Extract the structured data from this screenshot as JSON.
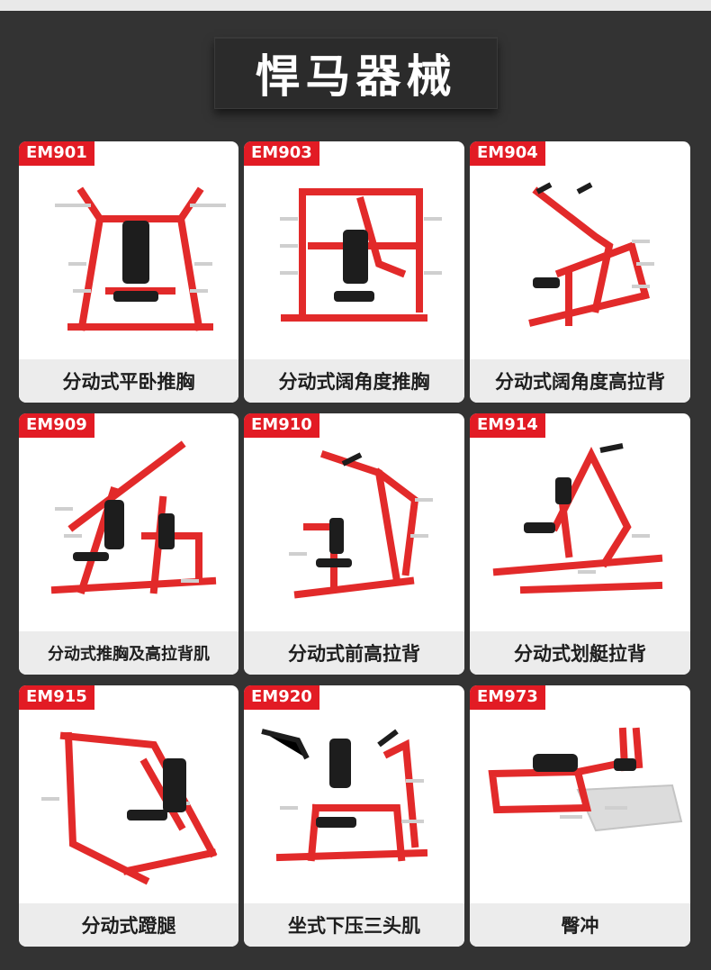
{
  "brand": {
    "title": "悍马器械"
  },
  "colors": {
    "accent": "#e21b24",
    "frame": "#e22a2a",
    "pad": "#1d1d1d",
    "background": "#333333"
  },
  "products": [
    {
      "code": "EM901",
      "name": "分动式平卧推胸"
    },
    {
      "code": "EM903",
      "name": "分动式阔角度推胸"
    },
    {
      "code": "EM904",
      "name": "分动式阔角度高拉背"
    },
    {
      "code": "EM909",
      "name": "分动式推胸及高拉背肌"
    },
    {
      "code": "EM910",
      "name": "分动式前高拉背"
    },
    {
      "code": "EM914",
      "name": "分动式划艇拉背"
    },
    {
      "code": "EM915",
      "name": "分动式蹬腿"
    },
    {
      "code": "EM920",
      "name": "坐式下压三头肌"
    },
    {
      "code": "EM973",
      "name": "臀冲"
    }
  ]
}
